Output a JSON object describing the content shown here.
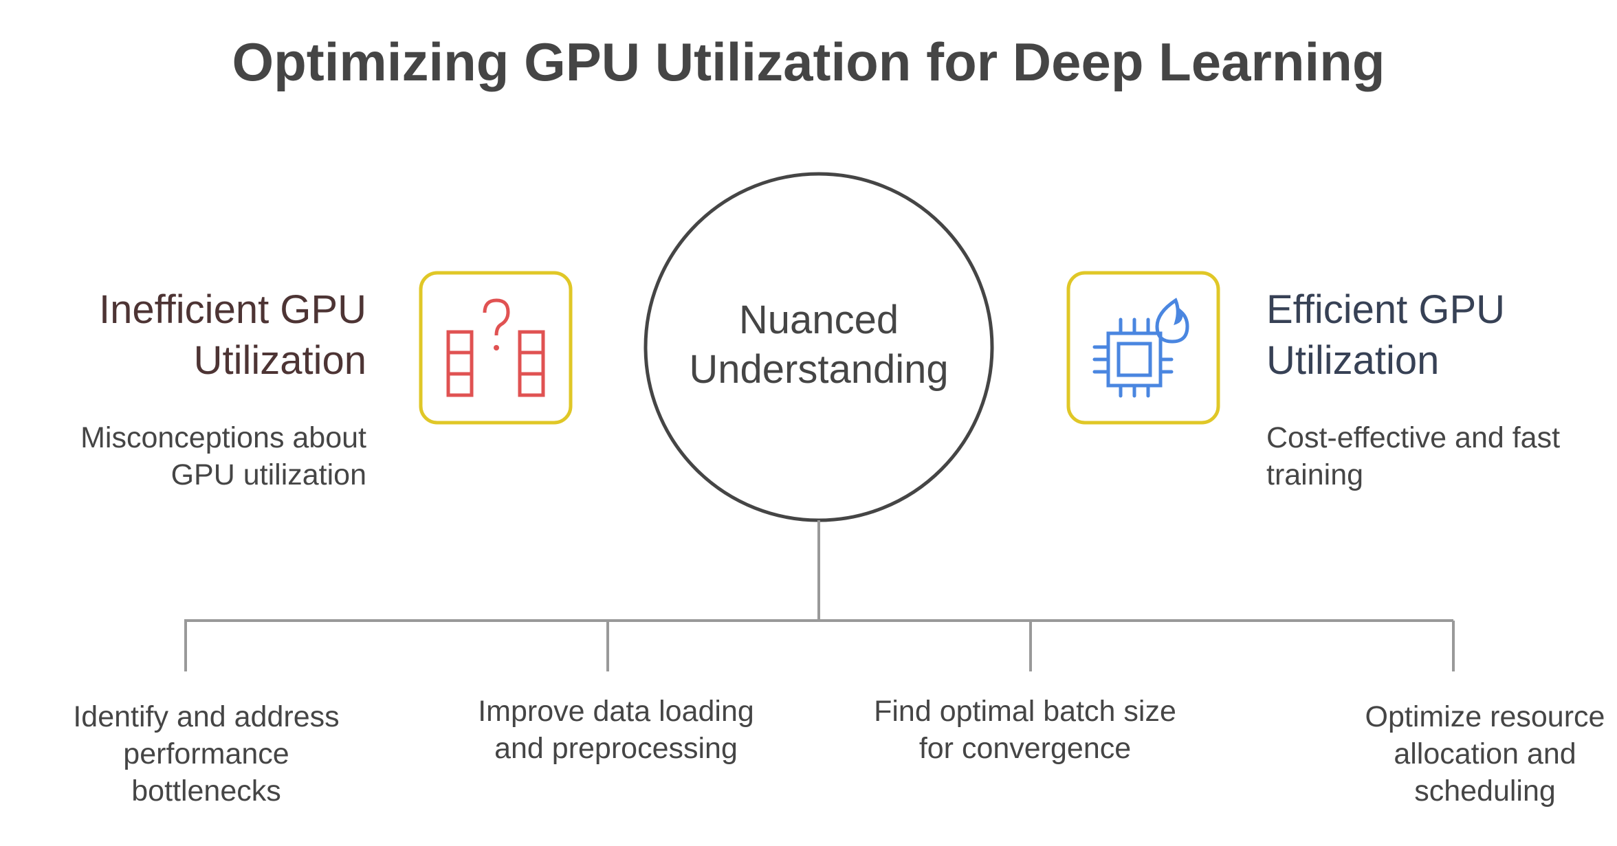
{
  "title": "Optimizing GPU Utilization for Deep Learning",
  "center": {
    "line1": "Nuanced",
    "line2": "Understanding"
  },
  "left": {
    "title_line1": "Inefficient GPU",
    "title_line2": "Utilization",
    "desc_line1": "Misconceptions about",
    "desc_line2": "GPU utilization",
    "icon": "shelves-question-icon",
    "icon_color": "#e05252"
  },
  "right": {
    "title_line1": "Efficient GPU",
    "title_line2": "Utilization",
    "desc_line1": "Cost-effective and fast",
    "desc_line2": "training",
    "icon": "cpu-flame-icon",
    "icon_color": "#4a86e0"
  },
  "steps": [
    {
      "lines": [
        "Identify and address",
        "performance",
        "bottlenecks"
      ]
    },
    {
      "lines": [
        "Improve data loading",
        "and preprocessing"
      ]
    },
    {
      "lines": [
        "Find optimal batch size",
        "for convergence"
      ]
    },
    {
      "lines": [
        "Optimize resource",
        "allocation and",
        "scheduling"
      ]
    }
  ],
  "colors": {
    "icon_box_border": "#e0c727",
    "circle_stroke": "#454545",
    "connector": "#999999",
    "text": "#454545"
  }
}
